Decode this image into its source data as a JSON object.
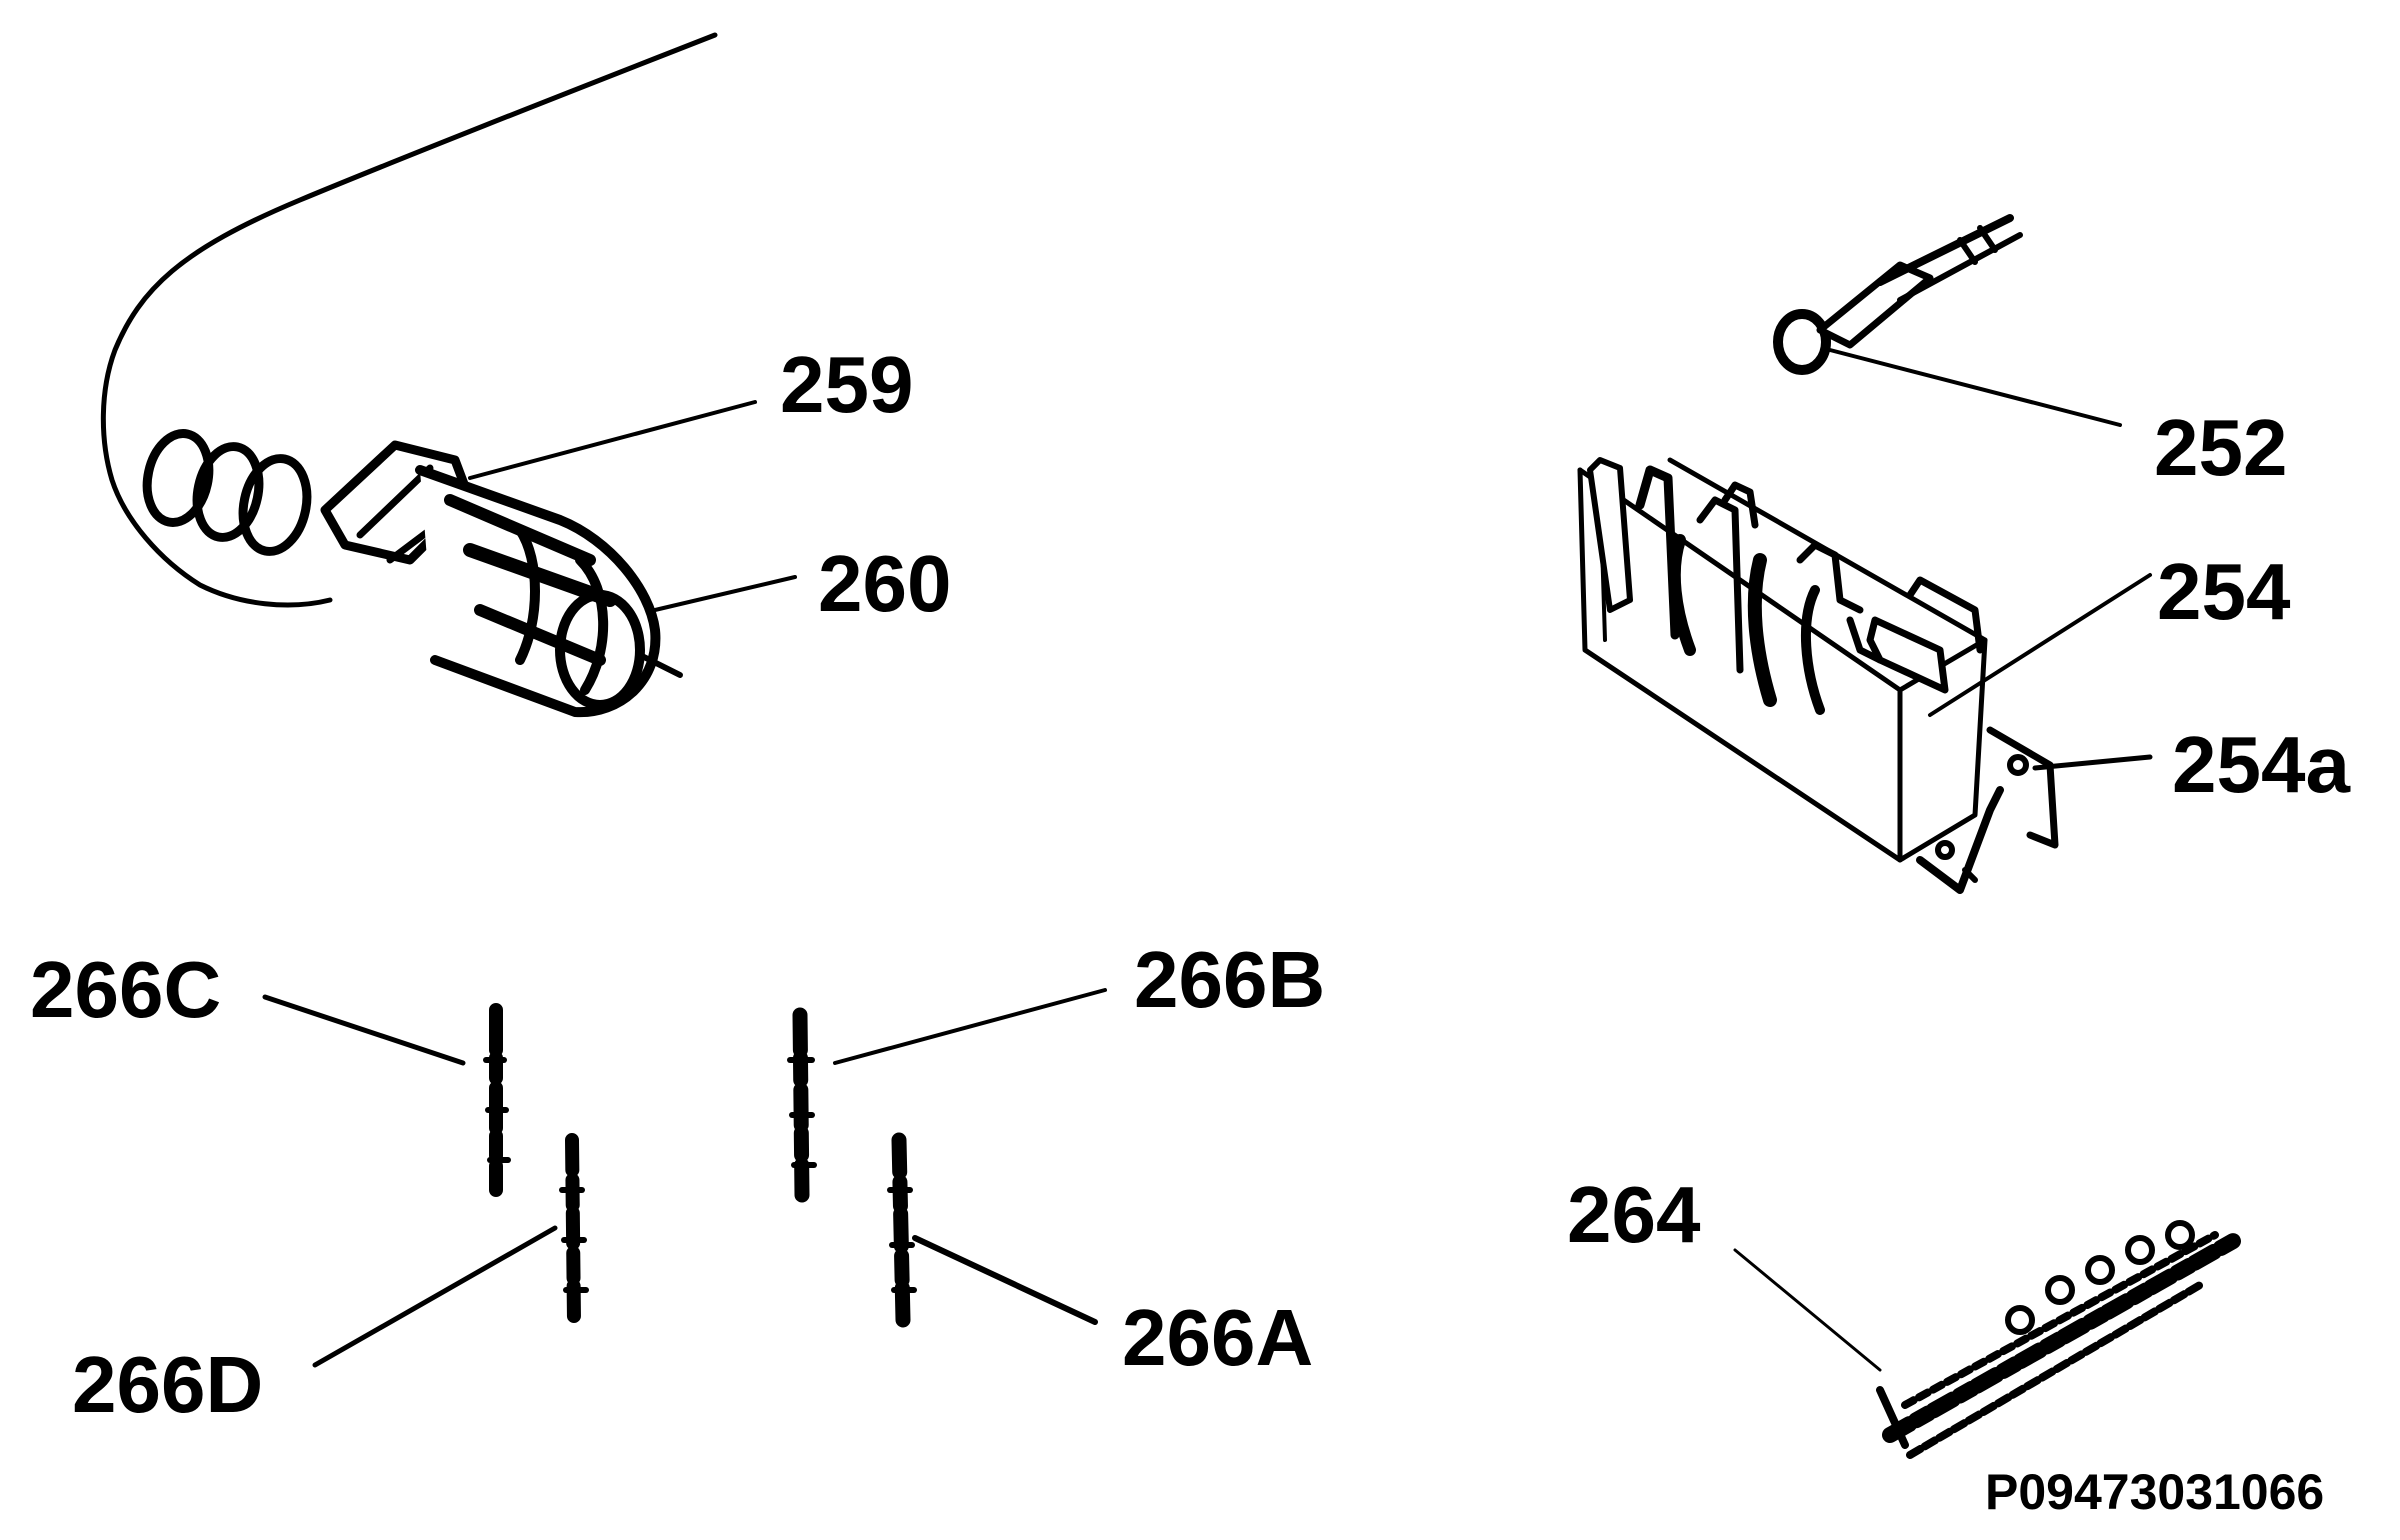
{
  "diagram": {
    "labels": {
      "p259": "259",
      "p260": "260",
      "p252": "252",
      "p254": "254",
      "p254a": "254a",
      "p266C": "266C",
      "p266B": "266B",
      "p266D": "266D",
      "p266A": "266A",
      "p264": "264"
    },
    "document_number": "P09473031066"
  }
}
